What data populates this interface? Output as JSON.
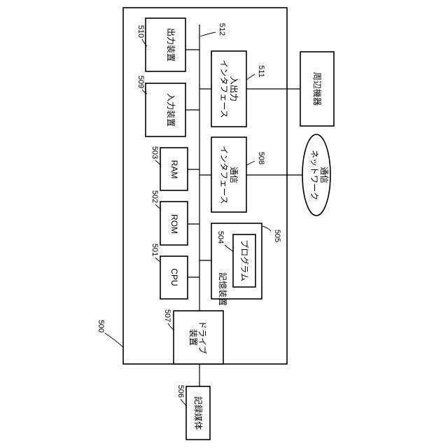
{
  "diagram": {
    "refs": {
      "computer": "500",
      "cpu": "501",
      "rom": "502",
      "ram": "503",
      "program": "504",
      "storage": "505",
      "medium": "506",
      "drive": "507",
      "comm_if": "508",
      "input": "509",
      "output": "510",
      "io_if": "511",
      "bus": "512"
    },
    "labels": {
      "cpu": "CPU",
      "rom": "ROM",
      "ram": "RAM",
      "output": "出力装置",
      "input": "入力装置",
      "io_if_line1": "入出力",
      "io_if_line2": "インタフェース",
      "comm_if_line1": "通信",
      "comm_if_line2": "インタフェース",
      "storage": "記憶装置",
      "program": "プログラム",
      "drive_line1": "ドライブ",
      "drive_line2": "装置",
      "medium": "記録媒体",
      "peripheral": "周辺機器",
      "network_line1": "通信",
      "network_line2": "ネットワーク"
    }
  }
}
